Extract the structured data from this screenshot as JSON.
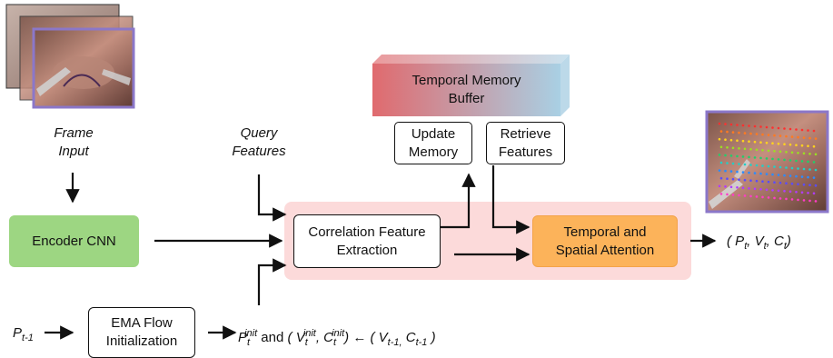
{
  "labels": {
    "frame_input_1": "Frame",
    "frame_input_2": "Input",
    "query_features_1": "Query",
    "query_features_2": "Features",
    "encoder": "Encoder CNN",
    "correlation_1": "Correlation Feature",
    "correlation_2": "Extraction",
    "attention_1": "Temporal and",
    "attention_2": "Spatial Attention",
    "memory_1": "Temporal Memory",
    "memory_2": "Buffer",
    "update_1": "Update",
    "update_2": "Memory",
    "retrieve_1": "Retrieve",
    "retrieve_2": "Features",
    "ema_1": "EMA Flow",
    "ema_2": "Initialization"
  },
  "math": {
    "out_open": "( ",
    "P": "P",
    "P_sub": "t",
    "sep1": ", ",
    "V": "V",
    "V_sub": "t",
    "sep2": ", ",
    "C": "C",
    "C_sub": "t",
    "out_close": ")",
    "prev_P": "P",
    "prev_P_sub": "t-1",
    "init_P": "P",
    "init_P_sub": "t",
    "init_sup": "init",
    "and": " and ",
    "init_open": "( ",
    "init_V": "V",
    "init_V_sub": "t",
    "init_V_sup": "init",
    "init_sep": ", ",
    "init_C": "C",
    "init_C_sub": "t",
    "init_C_sup": "init",
    "init_close": ") ",
    "larrow": "←",
    "prev_open": " ( ",
    "prev_V": "V",
    "prev_V_sub": "t-1,",
    "prev_C": " C",
    "prev_C_sub": "t-1",
    "prev_close": " )"
  },
  "colors": {
    "encoder_fill": "#9dd682",
    "attention_fill": "#fcb35a",
    "attention_border": "#f3a34a",
    "container_fill": "#fcdada",
    "memory_left": "#e06a6e",
    "memory_right": "#a9d0e4",
    "frame_border": "#8b77c9"
  }
}
